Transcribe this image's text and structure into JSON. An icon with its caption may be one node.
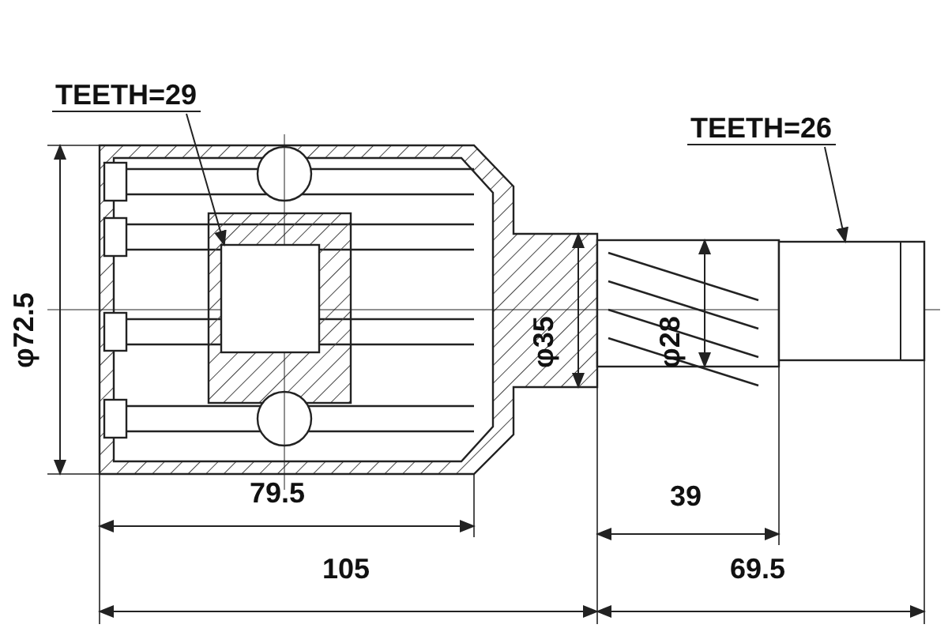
{
  "diagram": {
    "nodes": [
      {
        "text": [
          "TEETH=29"
        ]
      },
      {
        "text": [],
        "shape": "box"
      },
      {
        "text": [
          "TEETH=26"
        ]
      },
      {
        "text": [],
        "shape": "box"
      }
    ],
    "edges": [
      {
        "from": 0,
        "to": 1,
        "arrow": "to"
      },
      {
        "from": 2,
        "to": 3,
        "arrow": "to"
      }
    ],
    "labels": [
      "φ72.5",
      "φ35",
      "φ28",
      "79.5",
      "39",
      "105",
      "69.5"
    ]
  }
}
